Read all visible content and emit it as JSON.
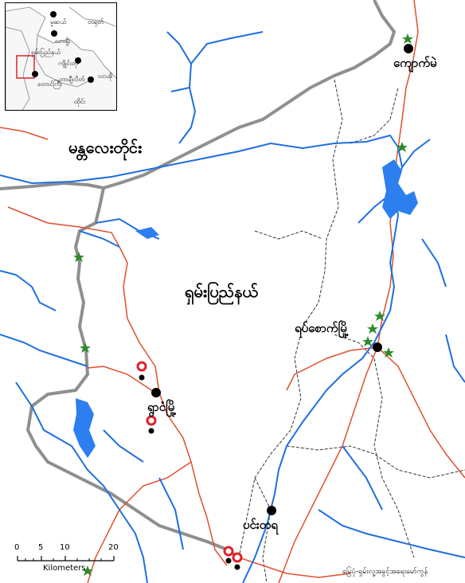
{
  "place_labels": {
    "mandalay_region": "မန္တလေးတိုင်း",
    "shan_state": "ရှမ်းပြည်နယ်",
    "kyaukme": "ကျောက်မဲ",
    "ywangan": "ရွာငံမြို့",
    "yatsauk": "ရပ်စောက်မြို့",
    "pindaya": "ပင်းတရ"
  },
  "inset": {
    "labels": {
      "a": "မူဆယ်",
      "b": "တရုတ်",
      "c": "လားရှိုး",
      "d": "ရှမ်းပြည်နယ်",
      "e": "ကျိုင်းတုံ",
      "f": "တောင်ကြီး",
      "g": "တာချီလိတ်",
      "h": "လာအို",
      "i": "ထိုင်း"
    }
  },
  "scale_bar": {
    "ticks": [
      "0",
      "5",
      "10",
      "20"
    ],
    "unit": "Kilometers"
  },
  "credit": "မြေပုံ-ရှမ်းလူ့အခွင့်အရေးမော်ကွန်",
  "colors": {
    "river": "#1f6fe0",
    "lake": "#2d7ff0",
    "road": "#e05030",
    "state_border": "#9a9a9a",
    "township_border": "#333333",
    "star": "#2e8b2e",
    "marker": "#e0202a"
  }
}
